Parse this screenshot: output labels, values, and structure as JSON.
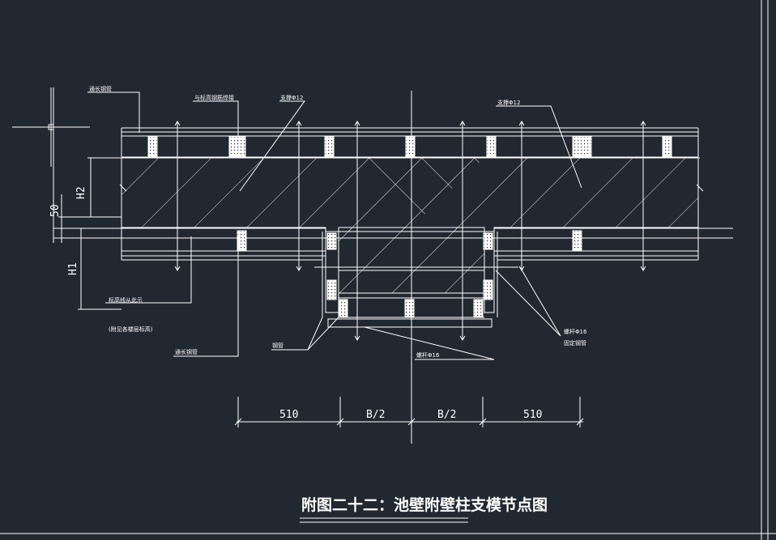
{
  "title": "附图二十二：池壁附壁柱支模节点图",
  "labels": {
    "top_left": "通长钢管",
    "top_mid": "与标高钢筋焊接",
    "brace_left": "支撑Φ12",
    "brace_right": "支撑Φ12",
    "mid_left_1": "标高线从此示",
    "mid_left_2": "(附见各楼层标高)",
    "bottom_left": "通长钢管",
    "steel_pipe": "钢管",
    "bolt_bottom": "螺杆Φ16",
    "bolt_right_1": "螺杆Φ16",
    "bolt_right_2": "固定钢管"
  },
  "dims": {
    "d1": "510",
    "d2": "B/2",
    "d3": "B/2",
    "d4": "510",
    "h1": "H1",
    "h2": "H2",
    "v50": "50"
  },
  "colors": {
    "background": "#212830",
    "line": "#ffffff",
    "block": "#ffffff"
  }
}
